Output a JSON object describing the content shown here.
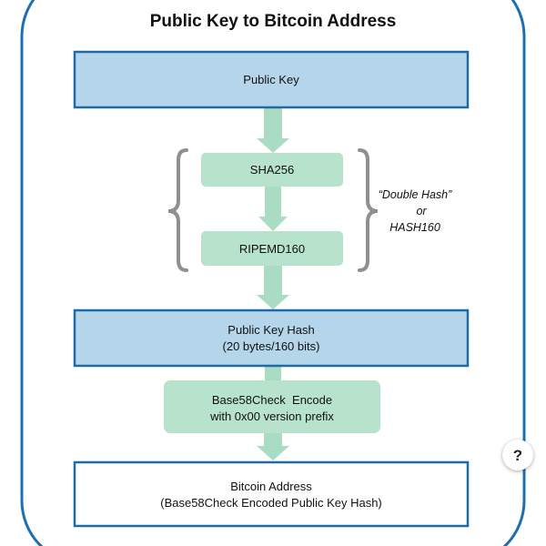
{
  "title": "Public Key to Bitcoin Address",
  "nodes": {
    "public_key": {
      "lines": [
        "Public Key"
      ]
    },
    "sha256": {
      "lines": [
        "SHA256"
      ]
    },
    "ripemd160": {
      "lines": [
        "RIPEMD160"
      ]
    },
    "public_key_hash": {
      "lines": [
        "Public Key Hash",
        "(20 bytes/160 bits)"
      ]
    },
    "base58check_encode": {
      "lines": [
        "Base58Check  Encode",
        "with 0x00 version prefix"
      ]
    },
    "bitcoin_address": {
      "lines": [
        "Bitcoin Address",
        "(Base58Check Encoded Public Key Hash)"
      ]
    }
  },
  "brace_note": {
    "lines": [
      "“Double Hash”",
      "or",
      "HASH160"
    ]
  },
  "help_button": {
    "label": "?",
    "icon": "help-icon"
  },
  "colors": {
    "frame": "#1d6fb3",
    "blue_fill": "#b5d5ea",
    "blue_stroke": "#1e6aa8",
    "green_fill": "#b7e2cc",
    "arrow": "#a9dcc2",
    "brace": "#8f8f8f",
    "white_fill": "#ffffff"
  }
}
